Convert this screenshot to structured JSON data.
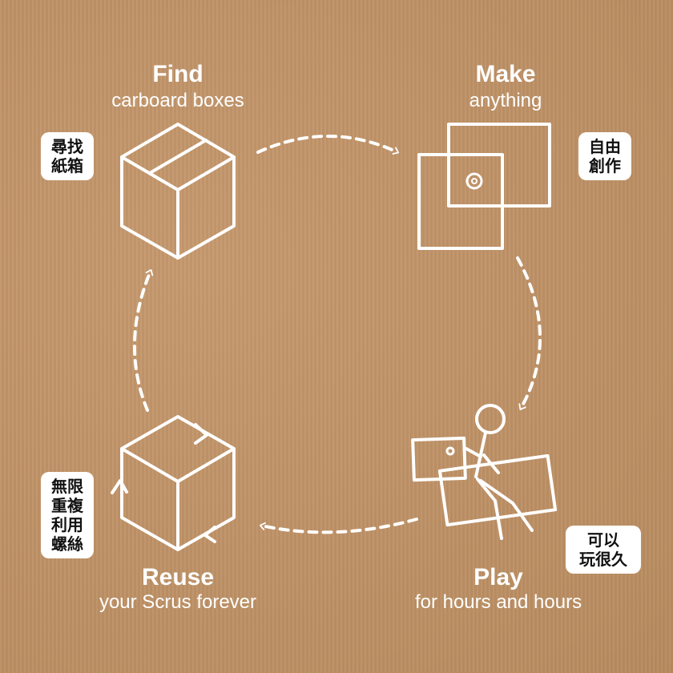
{
  "steps": {
    "find": {
      "title": "Find",
      "subtitle": "carboard boxes",
      "badge_lines": [
        "尋找",
        "紙箱"
      ]
    },
    "make": {
      "title": "Make",
      "subtitle": "anything",
      "badge_lines": [
        "自由",
        "創作"
      ]
    },
    "play": {
      "title": "Play",
      "subtitle": "for hours and hours",
      "badge_lines": [
        "可以",
        "玩很久"
      ]
    },
    "reuse": {
      "title": "Reuse",
      "subtitle": "your Scrus forever",
      "badge_lines": [
        "無限",
        "重複",
        "利用",
        "螺絲"
      ]
    }
  },
  "colors": {
    "background": "#c49466",
    "line": "#ffffff",
    "badge_bg": "#ffffff",
    "badge_text": "#111111"
  },
  "icons": {
    "find": "cardboard-box-icon",
    "make": "overlapping-panels-icon",
    "play": "person-carrying-boxes-icon",
    "reuse": "recycle-box-icon"
  }
}
